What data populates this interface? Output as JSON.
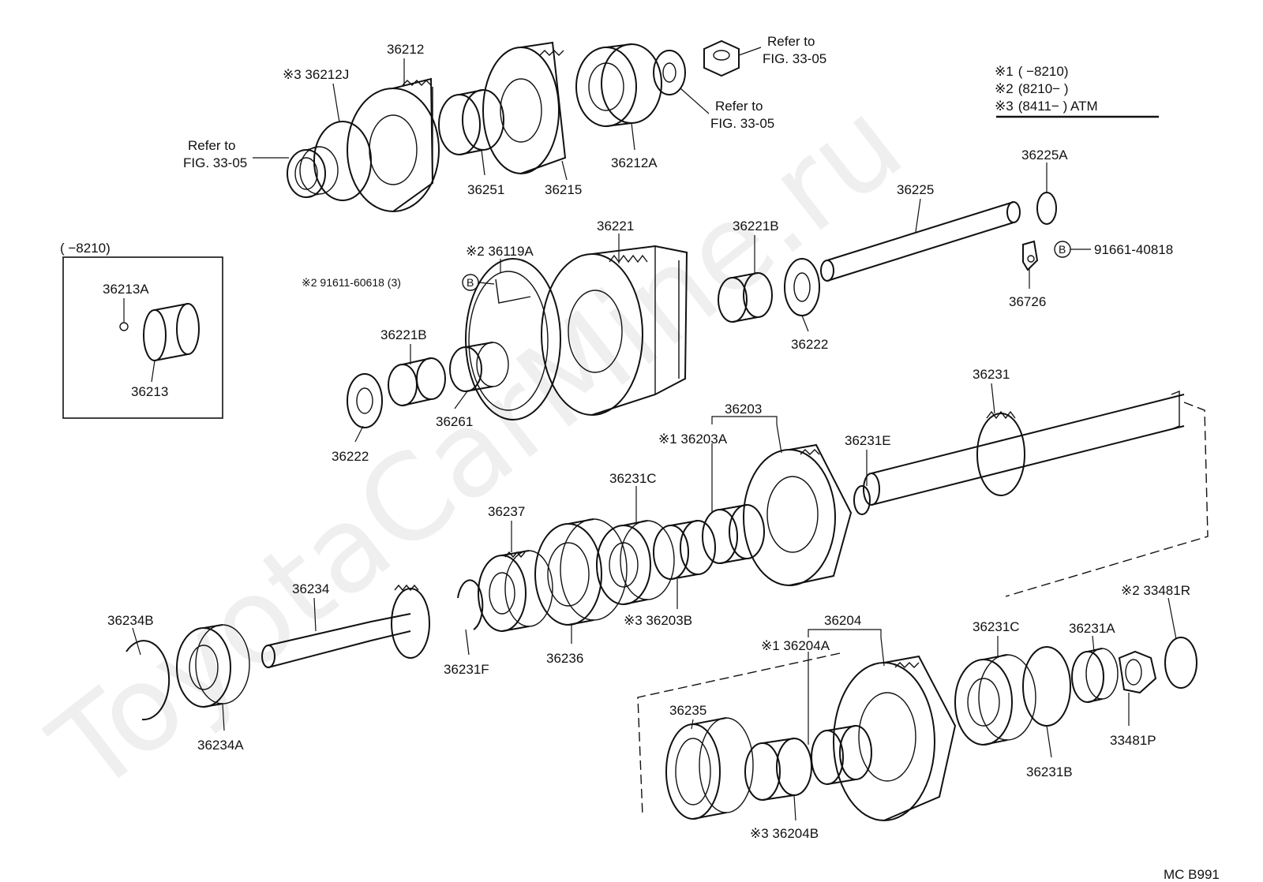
{
  "watermark": "ToyotaCarMine.ru",
  "figure_code": "MC  B991",
  "legend": {
    "rows": [
      {
        "mark": "※1",
        "range": "(          −8210)"
      },
      {
        "mark": "※2",
        "range": "(8210−          )"
      },
      {
        "mark": "※3",
        "range": "(8411−          ) ATM"
      }
    ]
  },
  "inset": {
    "title": "(          −8210)",
    "labels": {
      "p36213A": "36213A",
      "p36213": "36213"
    }
  },
  "labels": {
    "p36212": "36212",
    "p36212J": "※3 36212J",
    "ref_fig_left": "Refer to\nFIG. 33-05",
    "ref_fig_nut": "Refer to\nFIG. 33-05",
    "ref_fig_washer": "Refer to\nFIG. 33-05",
    "p36251": "36251",
    "p36215": "36215",
    "p36212A": "36212A",
    "p36225A": "36225A",
    "p36225": "36225",
    "p91661": "91661-40818",
    "p36726": "36726",
    "p36221": "36221",
    "p36119A": "※2 36119A",
    "p91611": "※2 91611-60618 (3)",
    "p36221B_top": "36221B",
    "p36221B_left": "36221B",
    "p36222_right": "36222",
    "p36222_left": "36222",
    "p36261": "36261",
    "p36231": "36231",
    "p36203": "36203",
    "p36203A": "※1 36203A",
    "p36231E": "36231E",
    "p36231C_top": "36231C",
    "p36237": "36237",
    "p36234": "36234",
    "p36234B": "36234B",
    "p36234A": "36234A",
    "p36231F": "36231F",
    "p36236": "36236",
    "p36203B": "※3 36203B",
    "p33481R": "※2 33481R",
    "p36204": "36204",
    "p36204A": "※1 36204A",
    "p36231C_bot": "36231C",
    "p36231A": "36231A",
    "p36235": "36235",
    "p33481P": "33481P",
    "p36231B": "36231B",
    "p36204B": "※3 36204B",
    "bolt_mark": "B"
  }
}
